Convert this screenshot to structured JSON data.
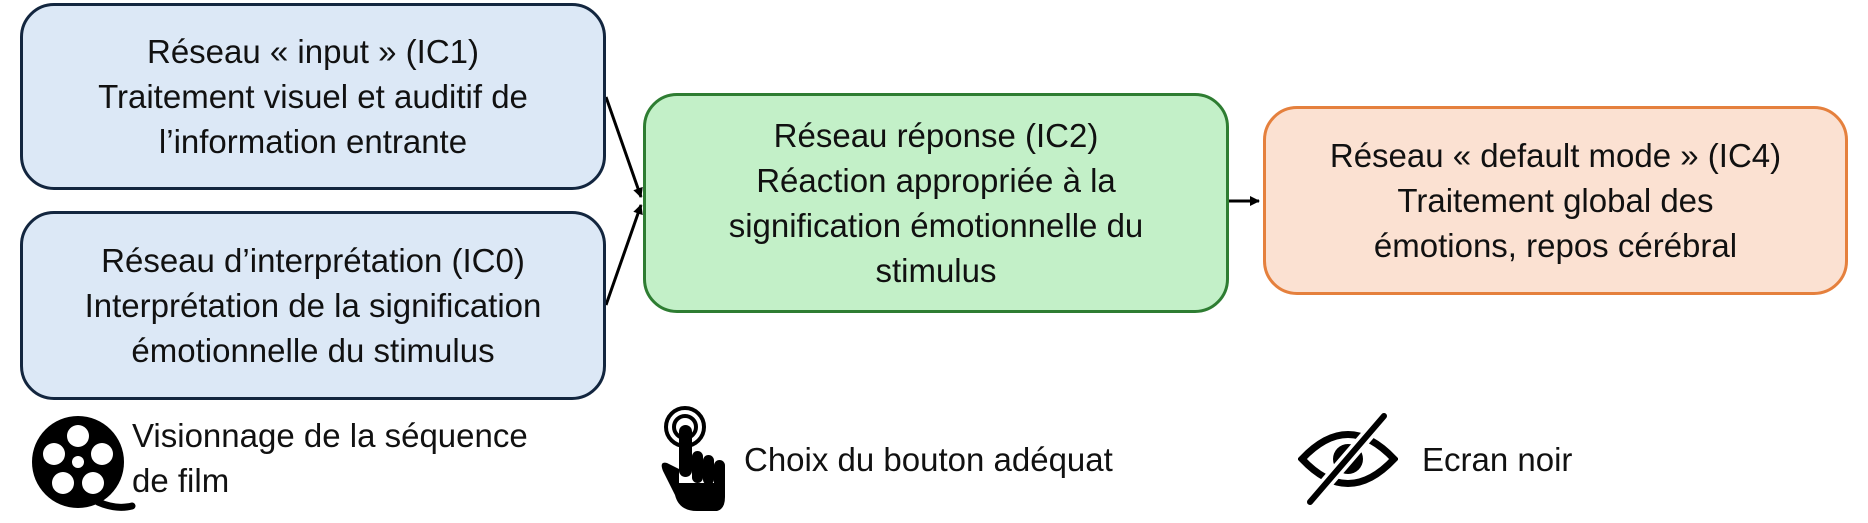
{
  "boxes": {
    "ic1": {
      "lines": [
        "Réseau « input » (IC1)",
        "Traitement visuel et auditif de",
        "l’information entrante"
      ]
    },
    "ic0": {
      "lines": [
        "Réseau d’interprétation (IC0)",
        "Interprétation de la signification",
        "émotionnelle du stimulus"
      ]
    },
    "ic2": {
      "lines": [
        "Réseau réponse (IC2)",
        "Réaction appropriée à la",
        "signification émotionnelle du",
        "stimulus"
      ]
    },
    "ic4": {
      "lines": [
        "Réseau « default mode » (IC4)",
        "Traitement global des",
        "émotions, repos cérébral"
      ]
    }
  },
  "legend": {
    "film": {
      "icon": "film-reel-icon",
      "lines": [
        "Visionnage de la séquence",
        "de film"
      ]
    },
    "button": {
      "icon": "finger-press-icon",
      "label": "Choix du bouton adéquat"
    },
    "screen": {
      "icon": "eye-slash-icon",
      "label": "Ecran noir"
    }
  },
  "colors": {
    "blue_fill": "#dce8f6",
    "blue_border": "#13263f",
    "green_fill": "#c3f0c8",
    "green_border": "#2e7d32",
    "orange_fill": "#fbe1d2",
    "orange_border": "#e5803d",
    "arrow": "#000000",
    "icon": "#000000"
  }
}
